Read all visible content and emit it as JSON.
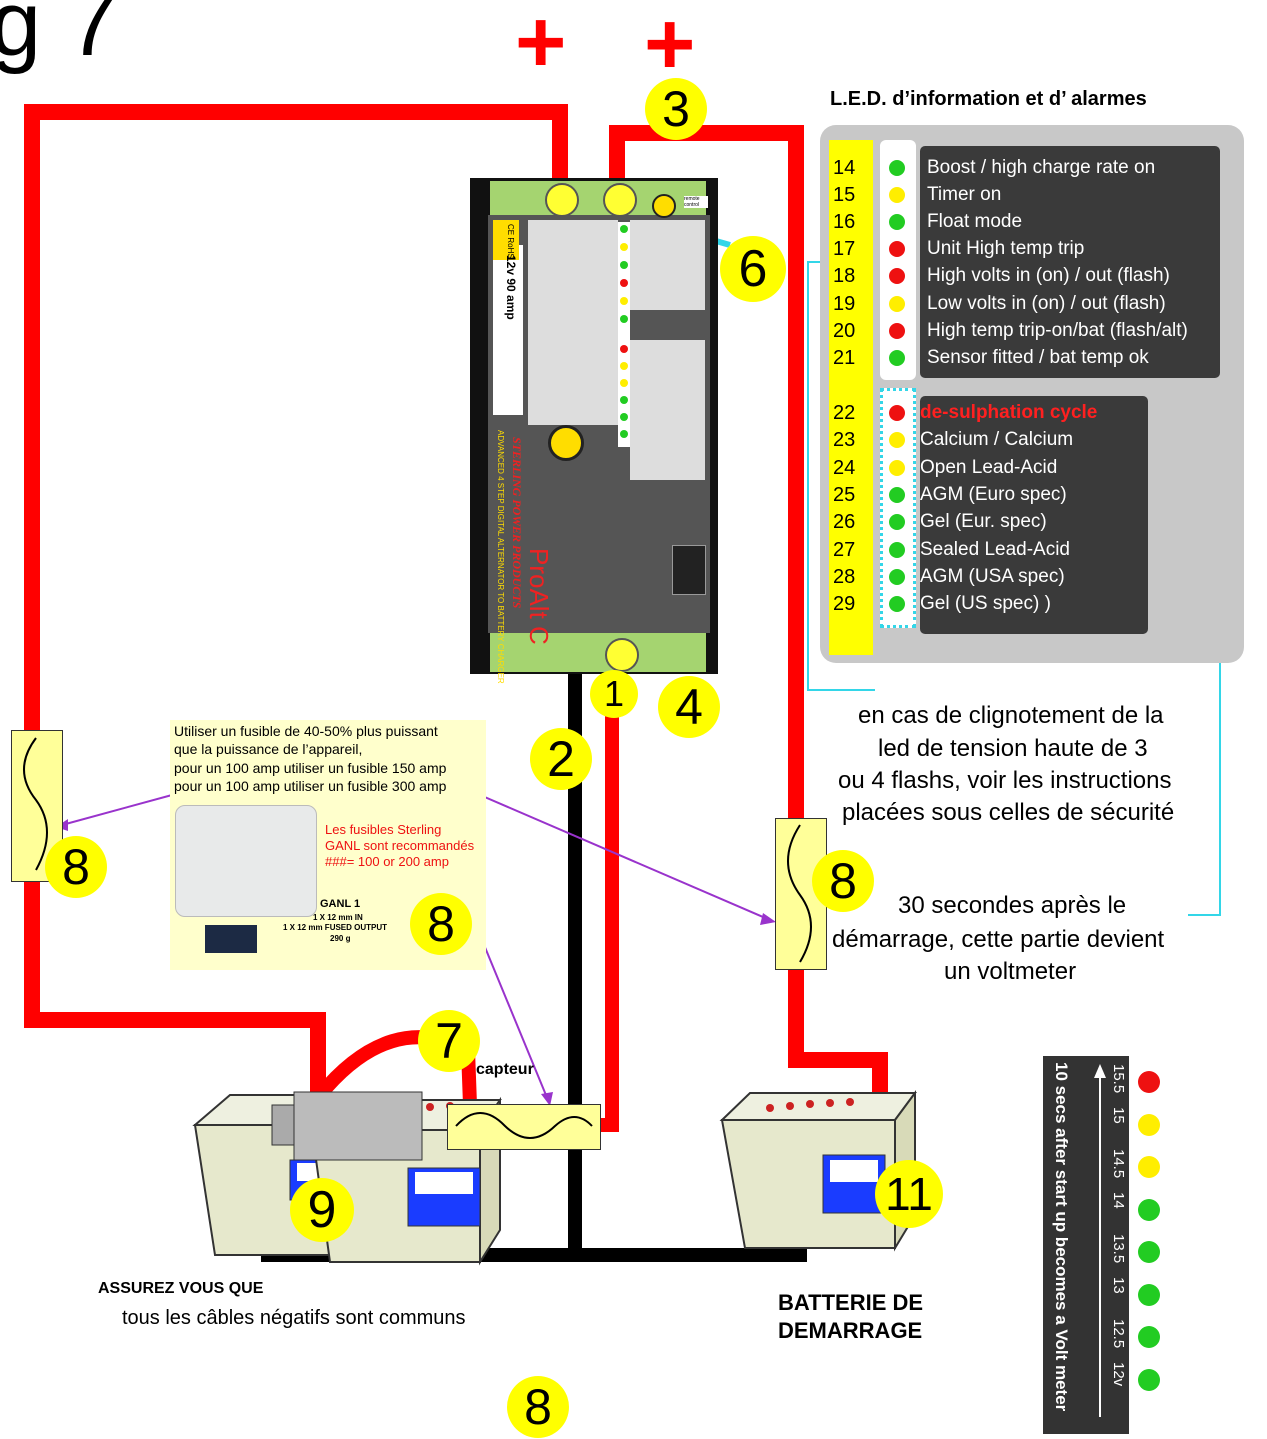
{
  "title_fragment": "g 7",
  "plus_signs": [
    "+",
    "+"
  ],
  "numbers": {
    "n1": "1",
    "n2": "2",
    "n3": "3",
    "n4": "4",
    "n6": "6",
    "n7": "7",
    "n8": "8",
    "n9": "9",
    "n11": "11"
  },
  "led_panel": {
    "title": "L.E.D. d’information et d’ alarmes",
    "group1": [
      {
        "num": "14",
        "color": "#22cc22",
        "label": "Boost / high charge rate on"
      },
      {
        "num": "15",
        "color": "#ffee00",
        "label": "Timer on"
      },
      {
        "num": "16",
        "color": "#22cc22",
        "label": "Float mode"
      },
      {
        "num": "17",
        "color": "#ee1111",
        "label": "Unit High temp trip"
      },
      {
        "num": "18",
        "color": "#ee1111",
        "label": "High volts in (on) / out (flash)"
      },
      {
        "num": "19",
        "color": "#ffee00",
        "label": "Low volts in (on) / out (flash)"
      },
      {
        "num": "20",
        "color": "#ee1111",
        "label": "High temp trip-on/bat (flash/alt)"
      },
      {
        "num": "21",
        "color": "#22cc22",
        "label": "Sensor fitted / bat temp ok"
      }
    ],
    "group2": [
      {
        "num": "22",
        "color": "#ee1111",
        "label": "de-sulphation cycle"
      },
      {
        "num": "23",
        "color": "#ffee00",
        "label": "Calcium / Calcium"
      },
      {
        "num": "24",
        "color": "#ffee00",
        "label": "Open Lead-Acid"
      },
      {
        "num": "25",
        "color": "#22cc22",
        "label": "AGM (Euro spec)"
      },
      {
        "num": "26",
        "color": "#22cc22",
        "label": "Gel (Eur. spec)"
      },
      {
        "num": "27",
        "color": "#22cc22",
        "label": "Sealed Lead-Acid"
      },
      {
        "num": "28",
        "color": "#22cc22",
        "label": "AGM (USA spec)"
      },
      {
        "num": "29",
        "color": "#22cc22",
        "label": "Gel (US spec)  )"
      }
    ]
  },
  "device": {
    "brand": "STERLING POWER PRODUCTS",
    "model": "ProAlt C",
    "rating": "12v 90 amp",
    "subtitle": "ADVANCED 4 STEP DIGITAL ALTERNATOR TO BATTERY CHARGER",
    "remote": "remote control",
    "ce": "CE RoHS"
  },
  "notes": {
    "flash_note": [
      "en cas de clignotement de la",
      "led de tension haute de 3",
      "ou  4 flashs, voir les instructions",
      "placées sous celles de sécurité"
    ],
    "voltmeter_note": [
      "30 secondes après le",
      "démarrage, cette partie devient",
      "un voltmeter"
    ],
    "fuse_advice": [
      "Utiliser  un fusible de 40-50% plus puissant",
      "que la puissance de l’appareil,",
      " pour un 100 amp utiliser un fusible 150 amp",
      "pour un 100 amp utiliser un fusible 300 amp"
    ],
    "ganl_red": [
      "Les fusibles Sterling",
      "GANL sont recommandés",
      "###= 100 or 200 amp"
    ],
    "ganl_spec": [
      "GANL 1",
      "1 X 12 mm IN",
      "1 X 12 mm FUSED OUTPUT",
      "290 g"
    ],
    "sensor": "capteur",
    "assurez_bold": "ASSUREZ VOUS QUE",
    "assurez": "tous les câbles négatifs sont communs",
    "starter": [
      "BATTERIE DE",
      "DEMARRAGE"
    ]
  },
  "voltmeter": {
    "caption": "10 secs after start up becomes a Volt meter",
    "levels": [
      {
        "v": "15.5",
        "color": "#ee1111"
      },
      {
        "v": "15",
        "color": "#ffee00"
      },
      {
        "v": "14.5",
        "color": "#ffee00"
      },
      {
        "v": "14",
        "color": "#22cc22"
      },
      {
        "v": "13.5",
        "color": "#22cc22"
      },
      {
        "v": "13",
        "color": "#22cc22"
      },
      {
        "v": "12.5",
        "color": "#22cc22"
      },
      {
        "v": "12v",
        "color": "#22cc22"
      }
    ]
  },
  "colors": {
    "cable_pos": "#ff0000",
    "cable_neg": "#000000",
    "badge": "#ffff00",
    "leader": "#33d6e8",
    "pointer": "#9933cc"
  }
}
